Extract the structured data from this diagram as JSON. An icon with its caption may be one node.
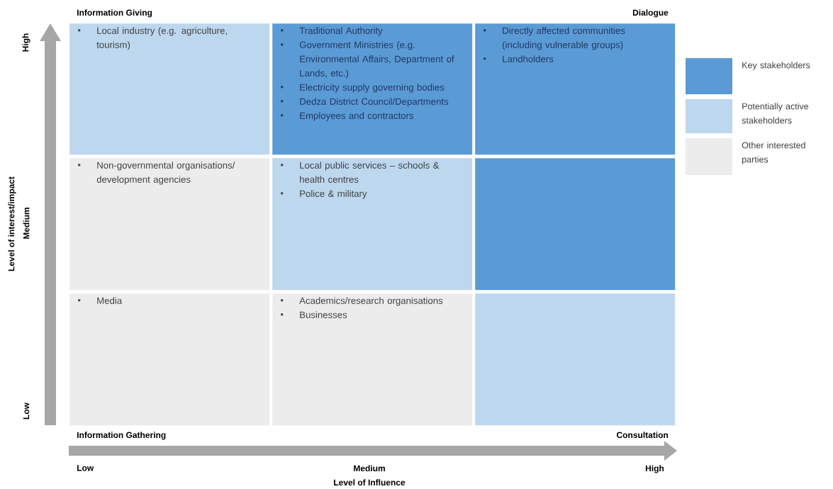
{
  "diagram": {
    "nodes": [
      {
        "text": [
          "Local industry (e.g. agriculture, tourism)"
        ]
      },
      {
        "text": [
          "Traditional Authority",
          "Government Ministries (e.g. Environmental Affairs, Department of Lands, etc.)",
          "Electricity supply governing bodies",
          "Dedza District Council/Departments",
          "Employees and contractors"
        ]
      },
      {
        "text": [
          "Directly affected communities (including vulnerable groups)",
          "Landholders"
        ]
      },
      {
        "text": [
          "Non-governmental organisations/ development agencies"
        ]
      },
      {
        "text": [
          "Local public services – schools & health centres",
          "Police & military"
        ]
      },
      {
        "text": [],
        "shape": "box"
      },
      {
        "text": [
          "Media"
        ]
      },
      {
        "text": [
          "Academics/research organisations",
          "Businesses"
        ]
      },
      {
        "text": [],
        "shape": "box"
      }
    ],
    "edges": [],
    "labels": [
      "Information Giving",
      "Dialogue",
      "High",
      "Level of interest/impact",
      "Medium",
      "Low",
      "Information Gathering",
      "Consultation",
      "Low",
      "Medium",
      "High",
      "Level of Influence"
    ],
    "legend": [
      {
        "text": "Key stakeholders",
        "color": "#5b9bd5"
      },
      {
        "text": "Potentially active stakeholders",
        "color": "#bdd7ee"
      },
      {
        "text": "Other interested parties",
        "color": "#ececec"
      }
    ]
  }
}
